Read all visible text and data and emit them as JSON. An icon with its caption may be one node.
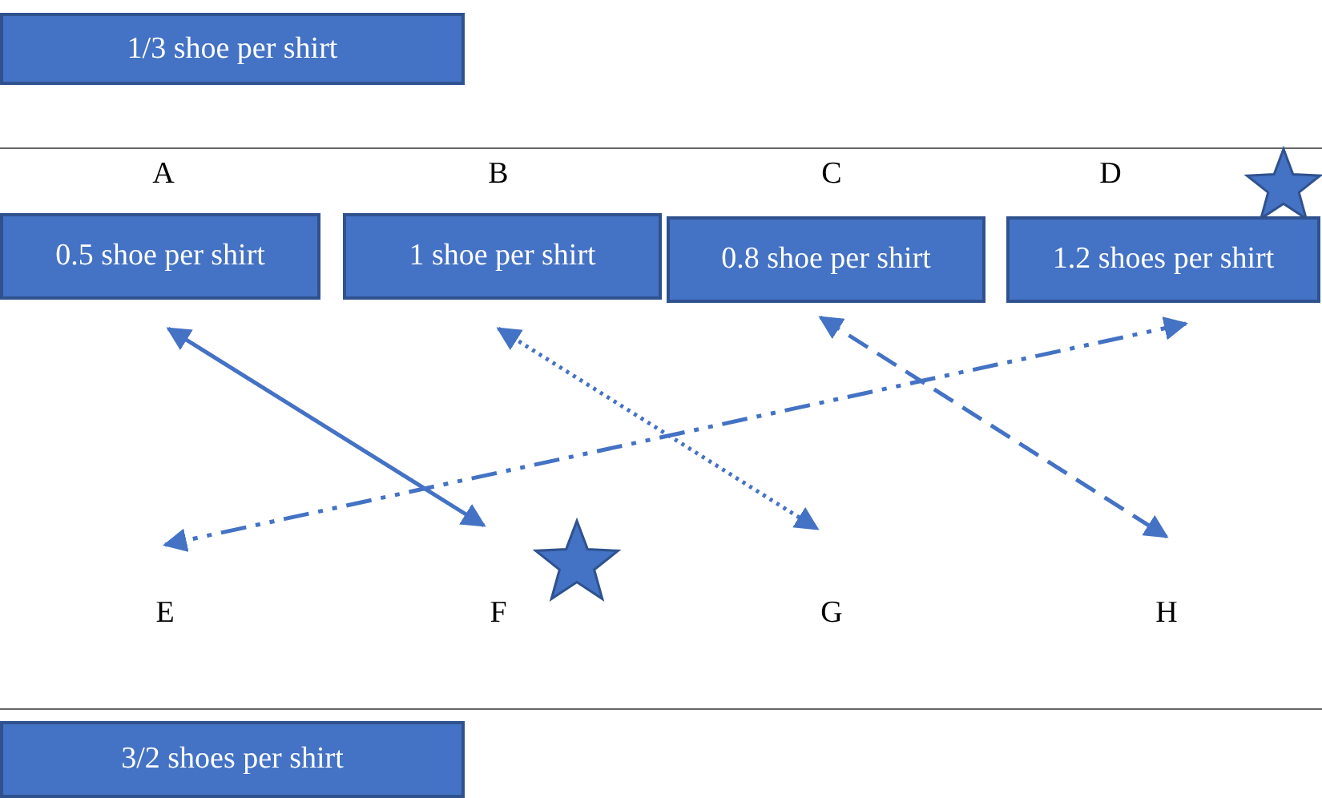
{
  "diagram": {
    "nodes": [
      {
        "text": [
          "1/3 shoe per shirt"
        ]
      },
      {
        "text": [
          "A",
          "0.5 shoe per shirt"
        ]
      },
      {
        "text": [
          "B",
          "1 shoe per shirt"
        ]
      },
      {
        "text": [
          "C",
          "0.8 shoe per shirt"
        ]
      },
      {
        "text": [
          "D",
          "1.2 shoes per shirt"
        ]
      },
      {
        "text": [
          "E"
        ]
      },
      {
        "text": [
          "F"
        ]
      },
      {
        "text": [
          "G"
        ]
      },
      {
        "text": [
          "H"
        ]
      },
      {
        "text": [
          "3/2 shoes per shirt"
        ]
      }
    ],
    "edges": [
      {
        "from": 1,
        "to": 6,
        "arrow": "both"
      },
      {
        "from": 2,
        "to": 7,
        "arrow": "both",
        "style": "dashed"
      },
      {
        "from": 3,
        "to": 8,
        "arrow": "both",
        "style": "dashed"
      },
      {
        "from": 4,
        "to": 5,
        "arrow": "both",
        "style": "dashed"
      }
    ]
  }
}
